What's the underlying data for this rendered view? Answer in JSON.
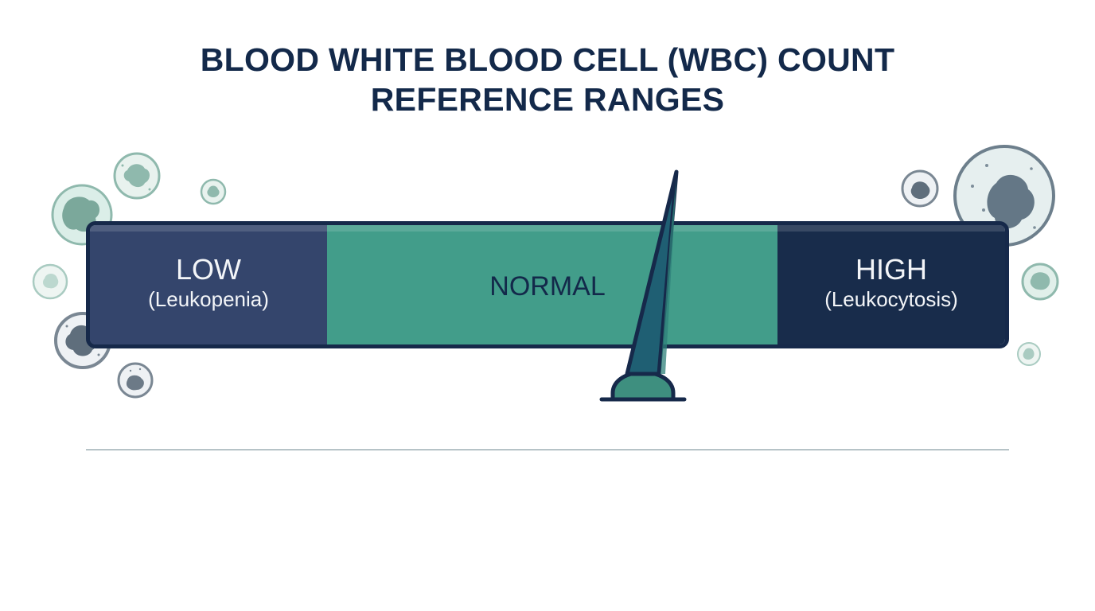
{
  "title": {
    "line1": "BLOOD WHITE BLOOD CELL (WBC) COUNT",
    "line2": "REFERENCE RANGES"
  },
  "gauge": {
    "segments": [
      {
        "name": "LOW",
        "subtitle": "(Leukopenia)",
        "color": "#34456c"
      },
      {
        "name": "NORMAL",
        "subtitle": "",
        "color": "#429d8a"
      },
      {
        "name": "HIGH",
        "subtitle": "(Leukocytosis)",
        "color": "#182c4b"
      }
    ],
    "needle": {
      "points_to": "NORMAL",
      "color": "#1f5f73",
      "hub_color": "#3e8f7f"
    },
    "outline_color": "#16294a"
  },
  "decorations": {
    "cell_icon": "white-blood-cell-icon",
    "cell_colors": [
      "#dbeee8",
      "#eef2f5",
      "#8fb9ad",
      "#7a8793"
    ]
  }
}
